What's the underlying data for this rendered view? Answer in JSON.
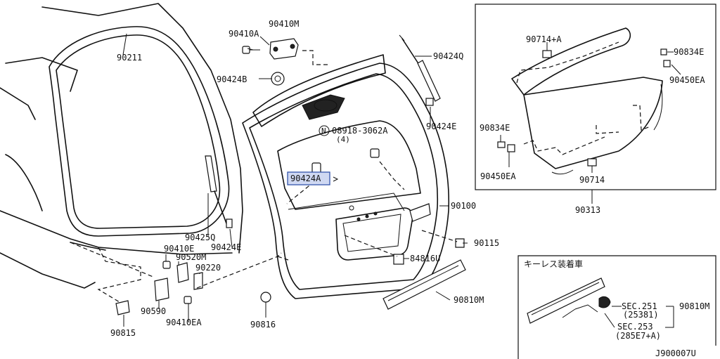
{
  "diagram_id": "J900007U",
  "labels": {
    "p90211": "90211",
    "p90410A": "90410A",
    "p90410M": "90410M",
    "p90424B": "90424B",
    "p90424Q": "90424Q",
    "p90424E_top": "90424E",
    "p08918": "08918-3062A",
    "p08918_qty": "(4)",
    "n_circle": "N",
    "p90424A": "90424A",
    "p90100": "90100",
    "p90425Q": "90425Q",
    "p90424E_mid": "90424E",
    "p90115": "90115",
    "p84816U": "84816U",
    "p90410E": "90410E",
    "p90520M": "90520M",
    "p90220": "90220",
    "p90590": "90590",
    "p90410EA": "90410EA",
    "p90815": "90815",
    "p90816": "90816",
    "p90810M": "90810M"
  },
  "glass_inset": {
    "p90714A": "90714+A",
    "p90834E_right": "90834E",
    "p90450EA_right": "90450EA",
    "p90834E_left": "90834E",
    "p90450EA_left": "90450EA",
    "p90714": "90714",
    "p90313": "90313"
  },
  "keyless_inset": {
    "title": "キーレス装着車",
    "sec251": "SEC.251",
    "sec251_code": "(25381)",
    "sec253": "SEC.253",
    "sec253_code": "(285E7+A)",
    "p90810M": "90810M"
  }
}
